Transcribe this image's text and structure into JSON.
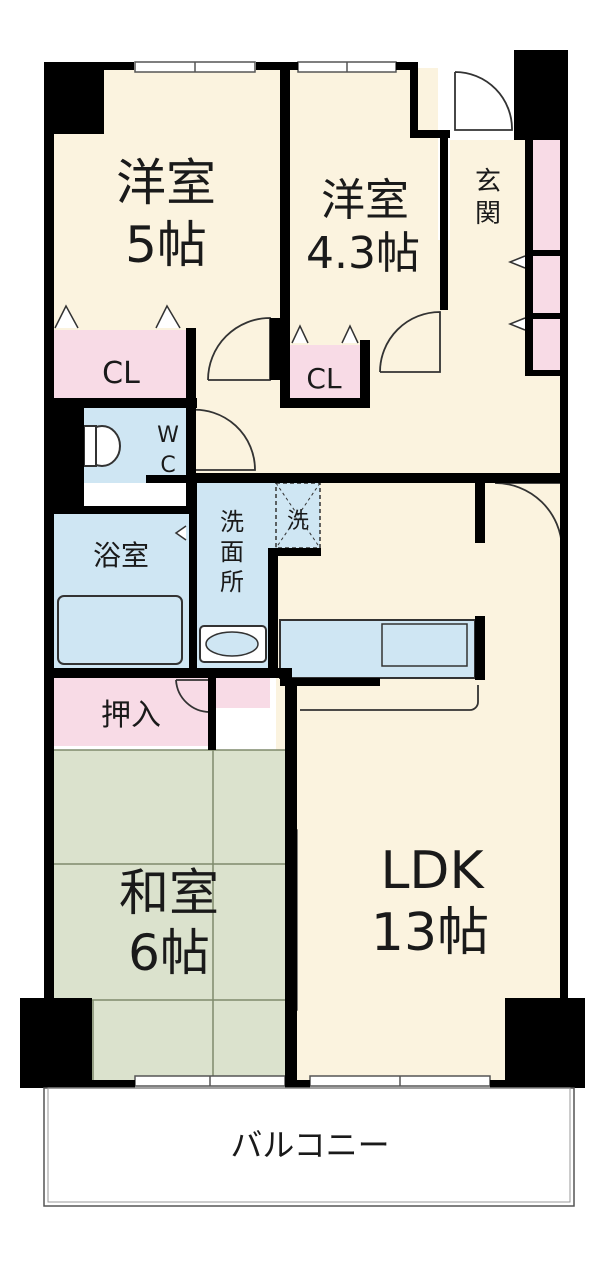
{
  "rooms": {
    "western_room_1": {
      "name": "洋室",
      "size": "5帖"
    },
    "western_room_2": {
      "name": "洋室",
      "size": "4.3帖"
    },
    "entrance": {
      "name_line1": "玄",
      "name_line2": "関"
    },
    "closet_1": {
      "label": "CL"
    },
    "closet_2": {
      "label": "CL"
    },
    "toilet": {
      "line1": "W",
      "line2": "C"
    },
    "bathroom": {
      "label": "浴室"
    },
    "washroom": {
      "line1": "洗",
      "line2": "面",
      "line3": "所"
    },
    "washer": {
      "label": "洗"
    },
    "oshiire": {
      "label": "押入"
    },
    "japanese_room": {
      "name": "和室",
      "size": "6帖"
    },
    "ldk": {
      "name": "LDK",
      "size": "13帖"
    },
    "balcony": {
      "label": "バルコニー"
    }
  },
  "colors": {
    "wall": "#000000",
    "western_floor": "#fbf3df",
    "closet": "#f8dbe6",
    "wet_area": "#cfe6f3",
    "tatami": "#dbe2cd",
    "balcony": "#ffffff"
  }
}
